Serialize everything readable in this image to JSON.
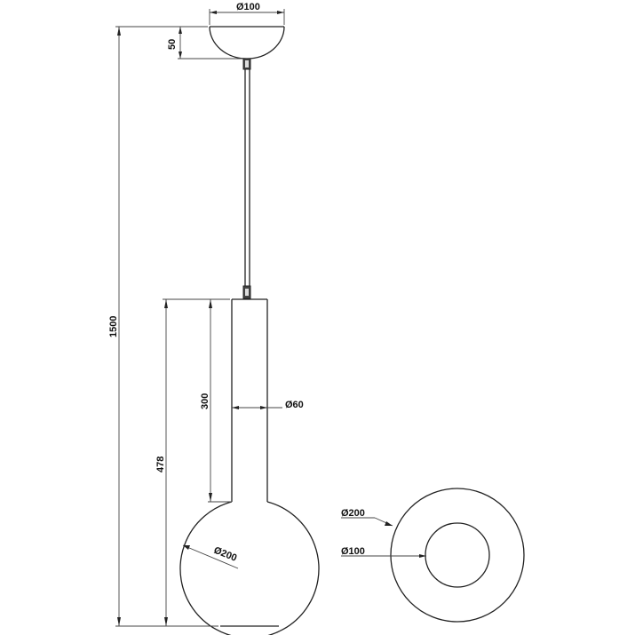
{
  "dimensions": {
    "canopy_diameter": "Ø100",
    "canopy_height": "50",
    "total_height": "1500",
    "shade_height": "478",
    "neck_height": "300",
    "neck_diameter": "Ø60",
    "globe_diameter": "Ø200",
    "top_outer_diameter": "Ø200",
    "top_inner_diameter": "Ø100"
  }
}
